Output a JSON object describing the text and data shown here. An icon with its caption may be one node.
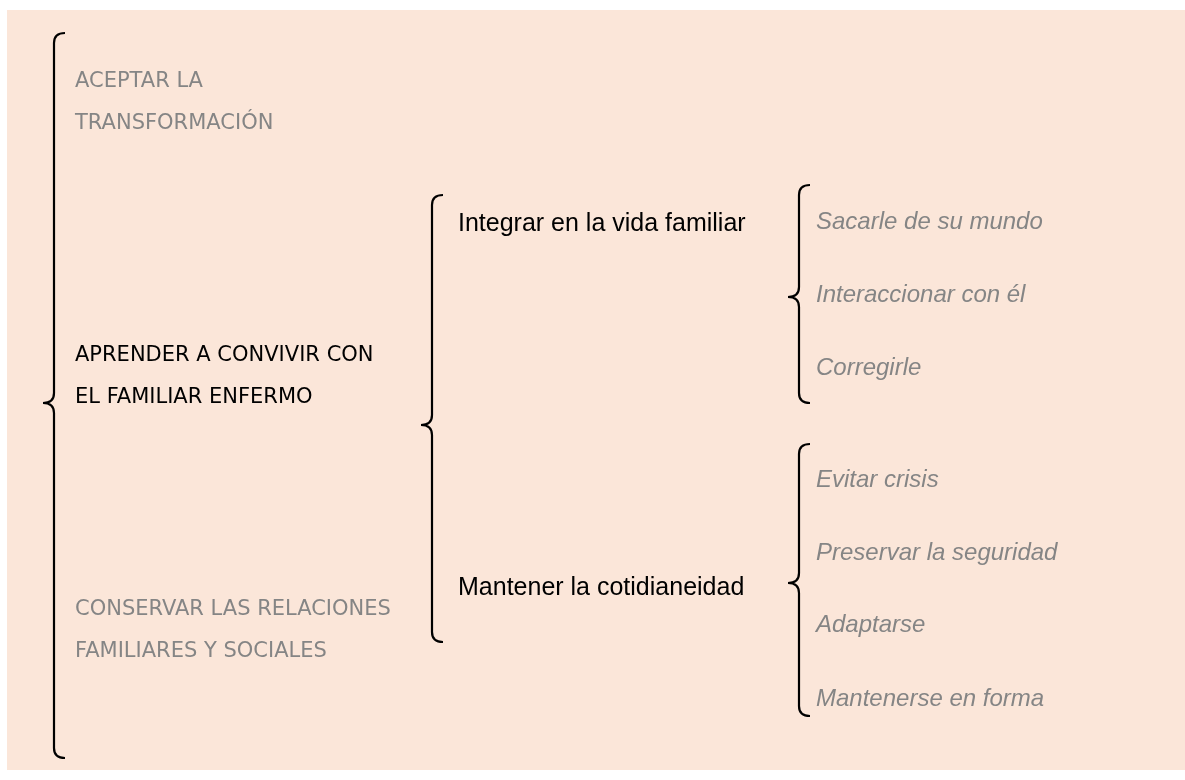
{
  "diagram": {
    "labels": [
      "ACEPTAR LA TRANSFORMACIÓN",
      "APRENDER A CONVIVIR CON EL FAMILIAR ENFERMO",
      "CONSERVAR LAS RELACIONES FAMILIARES Y SOCIALES",
      "Integrar en la vida familiar",
      "Mantener la cotidianeidad",
      "Sacarle de su mundo",
      "Interaccionar con él",
      "Corregirle",
      "Evitar crisis",
      "Preservar la seguridad",
      "Adaptarse",
      "Mantenerse en forma"
    ]
  }
}
